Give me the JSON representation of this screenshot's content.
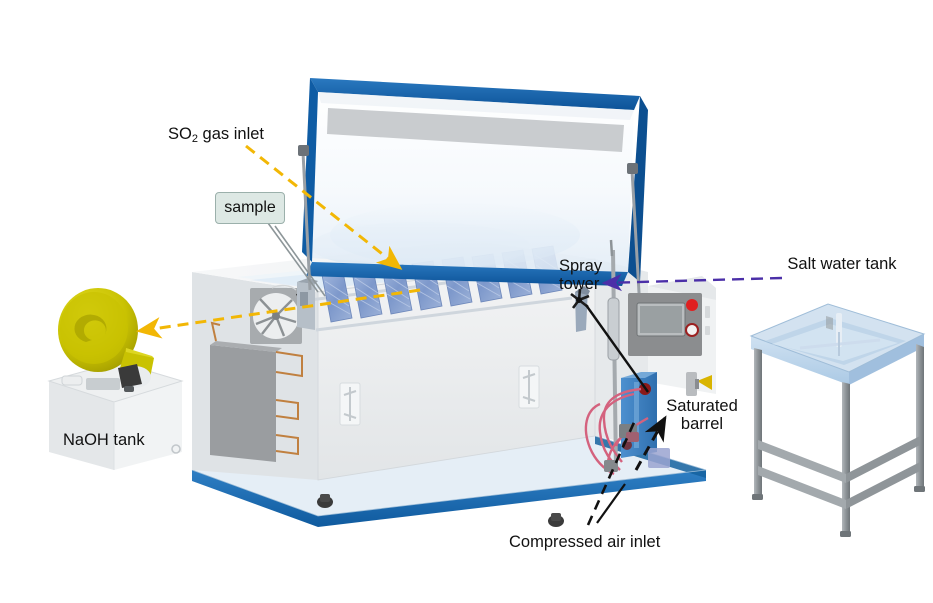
{
  "diagram": {
    "title": "Salt spray / SO2 corrosion test chamber schematic",
    "labels": {
      "so2_inlet": "SO",
      "so2_inlet_sub": "2",
      "so2_inlet_tail": " gas inlet",
      "sample": "sample",
      "spray_tower": "Spray tower",
      "salt_water_tank": "Salt water tank",
      "saturated_barrel": "Saturated barrel",
      "compressed_air_inlet": "Compressed air inlet",
      "naoh_tank": "NaOH tank"
    },
    "colors": {
      "chamber_frame_blue": "#1464aa",
      "base_blue": "#1b6cb4",
      "sample_panel_blue": "#8fa9d4",
      "salt_tank_blue": "#a9c6e4",
      "naoh_fan_yellow": "#c6bf00",
      "so2_arrow_yellow": "#f2b705",
      "salt_arrow_purple": "#4b2fa8",
      "air_arrow_black": "#111111",
      "tubing_pink": "#d4627e",
      "frame_gray": "#8f949a",
      "body_white": "#eceeef",
      "callout_fill": "#dde8e4",
      "callout_border": "#9bb0ab",
      "control_panel_gray": "#8b8d8f",
      "indicator_red": "#e02020"
    },
    "annotations": [
      {
        "name": "so2-gas-inlet-arrow",
        "style": "dashed",
        "color": "#f2b705",
        "from": "SO2 gas inlet label",
        "to": "chamber interior"
      },
      {
        "name": "naoh-return-arrow",
        "style": "dashed",
        "color": "#f2b705",
        "from": "sample rack",
        "to": "NaOH tank fan"
      },
      {
        "name": "salt-water-tank-arrow",
        "style": "dashed",
        "color": "#4b2fa8",
        "from": "Salt water tank label",
        "to": "Spray tower"
      },
      {
        "name": "saturated-barrel-arrow",
        "style": "dashed",
        "color": "#111111",
        "from": "Saturated barrel label",
        "to": "barrel"
      },
      {
        "name": "compressed-air-arrow",
        "style": "solid",
        "color": "#111111",
        "from": "Compressed air inlet label",
        "to": "chamber base"
      },
      {
        "name": "spray-tower-leader",
        "style": "solid",
        "color": "#111111",
        "from": "control panel",
        "to": "spray nozzle"
      },
      {
        "name": "sample-callout-leader",
        "style": "solid",
        "color": "#8d9699",
        "from": "sample callout",
        "to": "sample rack"
      }
    ],
    "components": {
      "sample_panel_count": 8,
      "caster_count": 2,
      "control_panel_indicators": 2
    }
  }
}
